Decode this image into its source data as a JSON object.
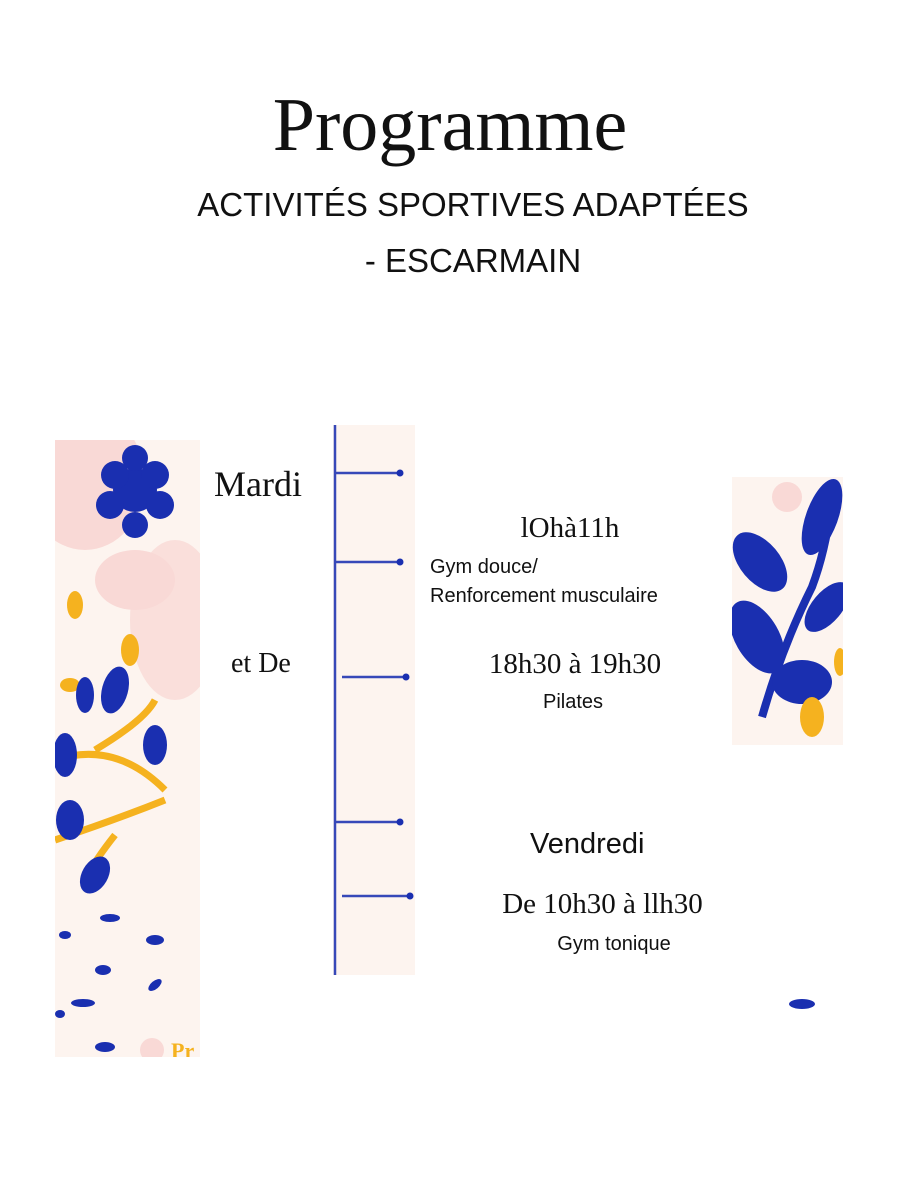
{
  "header": {
    "title": "Programme",
    "subtitle_line1": "ACTIVITÉS SPORTIVES ADAPTÉES",
    "subtitle_line2": "- ESCARMAIN"
  },
  "schedule": {
    "day1": "Mardi",
    "connector": "et De",
    "slot1_time": "lOhà11h",
    "slot1_activity_line1": "Gym douce/",
    "slot1_activity_line2": "Renforcement musculaire",
    "slot2_time": "18h30 à 19h30",
    "slot2_activity": "Pilates",
    "day2": "Vendredi",
    "slot3_time": "De 10h30 à llh30",
    "slot3_activity": "Gym tonique"
  },
  "decor": {
    "partial_text": "Pr"
  },
  "colors": {
    "blue": "#1a2fb0",
    "orange": "#f5b21f",
    "pink": "#f9d9d6",
    "cream": "#fdf4ef"
  }
}
